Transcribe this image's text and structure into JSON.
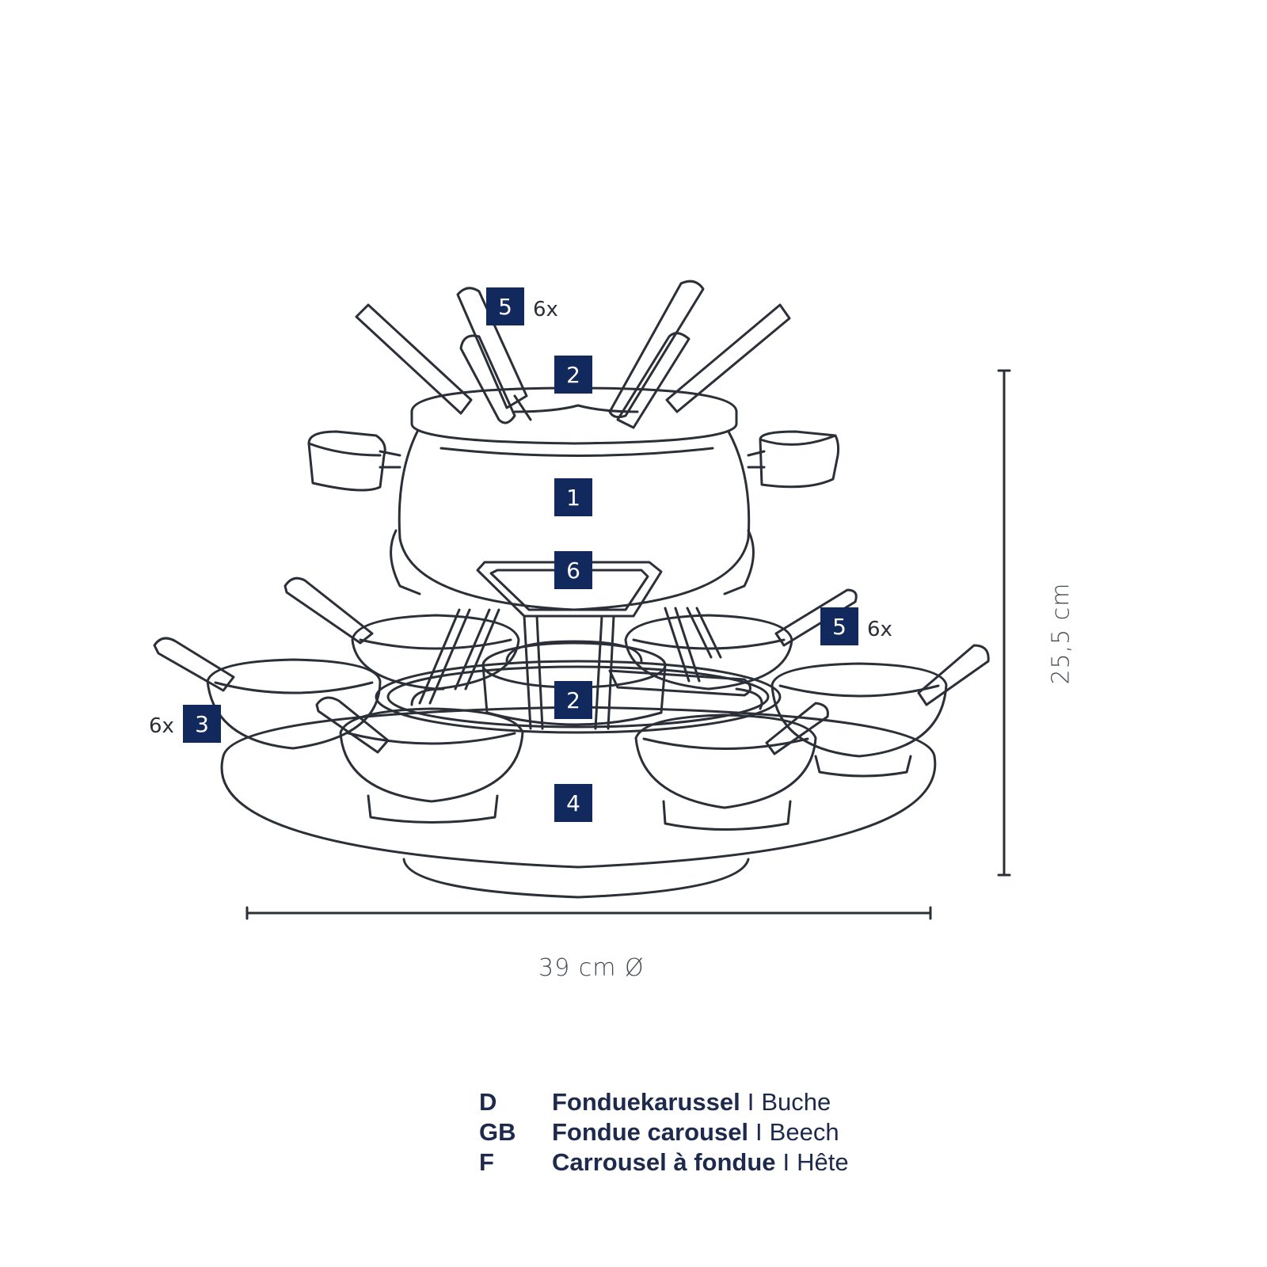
{
  "colors": {
    "line": "#2b2f38",
    "badge": "#12295e",
    "badge_text": "#ffffff",
    "legend_text": "#1e2a4d"
  },
  "dimensions": {
    "width": "39 cm Ø",
    "height": "25,5 cm"
  },
  "callouts": [
    {
      "number": "5",
      "quantity": "6x"
    },
    {
      "number": "2",
      "quantity": ""
    },
    {
      "number": "1",
      "quantity": ""
    },
    {
      "number": "6",
      "quantity": ""
    },
    {
      "number": "5",
      "quantity": "6x"
    },
    {
      "number": "2",
      "quantity": ""
    },
    {
      "number": "3",
      "quantity": "6x"
    },
    {
      "number": "4",
      "quantity": ""
    }
  ],
  "legend": [
    {
      "lang": "D",
      "name": "Fonduekarussel",
      "separator": "I",
      "wood": "Buche"
    },
    {
      "lang": "GB",
      "name": "Fondue carousel",
      "separator": "I",
      "wood": "Beech"
    },
    {
      "lang": "F",
      "name": "Carrousel à fondue",
      "separator": "I",
      "wood": "Hête"
    }
  ]
}
